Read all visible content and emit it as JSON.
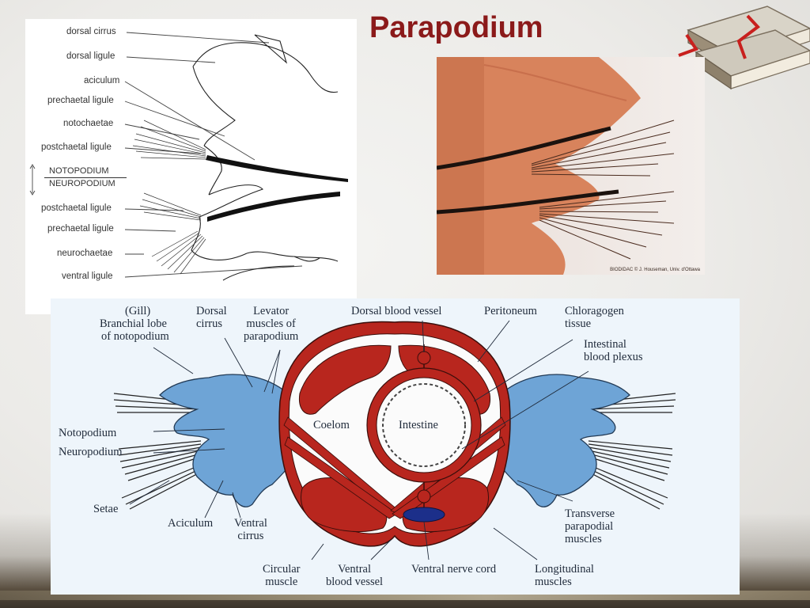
{
  "title": "Parapodium",
  "top_diagram": {
    "labels": {
      "dorsal_cirrus": "dorsal cirrus",
      "dorsal_ligule": "dorsal ligule",
      "aciculum": "aciculum",
      "prechaetal_ligule_upper": "prechaetal ligule",
      "notochaetae": "notochaetae",
      "postchaetal_ligule_upper": "postchaetal ligule",
      "notopodium": "NOTOPODIUM",
      "neuropodium": "NEUROPODIUM",
      "postchaetal_ligule_lower": "postchaetal ligule",
      "prechaetal_ligule_lower": "prechaetal ligule",
      "neurochaetae": "neurochaetae",
      "ventral_ligule": "ventral ligule"
    }
  },
  "photo": {
    "credit": "BIODIDAC © J. Houseman, Univ. d'Ottawa"
  },
  "cross_section": {
    "labels": {
      "gill": "(Gill)",
      "branchial_lobe": "Branchial lobe",
      "of_notopodium": "of notopodium",
      "dorsal_cirrus": "Dorsal\ncirrus",
      "levator": "Levator\nmuscles of\nparapodium",
      "dorsal_blood_vessel": "Dorsal blood vessel",
      "peritoneum": "Peritoneum",
      "chloragogen": "Chloragogen\ntissue",
      "intestinal_plexus": "Intestinal\nblood plexus",
      "coelom": "Coelom",
      "intestine": "Intestine",
      "notopodium": "Notopodium",
      "neuropodium": "Neuropodium",
      "setae": "Setae",
      "aciculum": "Aciculum",
      "ventral_cirrus": "Ventral\ncirrus",
      "circular_muscle": "Circular\nmuscle",
      "ventral_blood_vessel": "Ventral\nblood vessel",
      "ventral_nerve_cord": "Ventral nerve cord",
      "longitudinal_muscles": "Longitudinal\nmuscles",
      "transverse_muscles": "Transverse\nparapodial\nmuscles"
    }
  }
}
